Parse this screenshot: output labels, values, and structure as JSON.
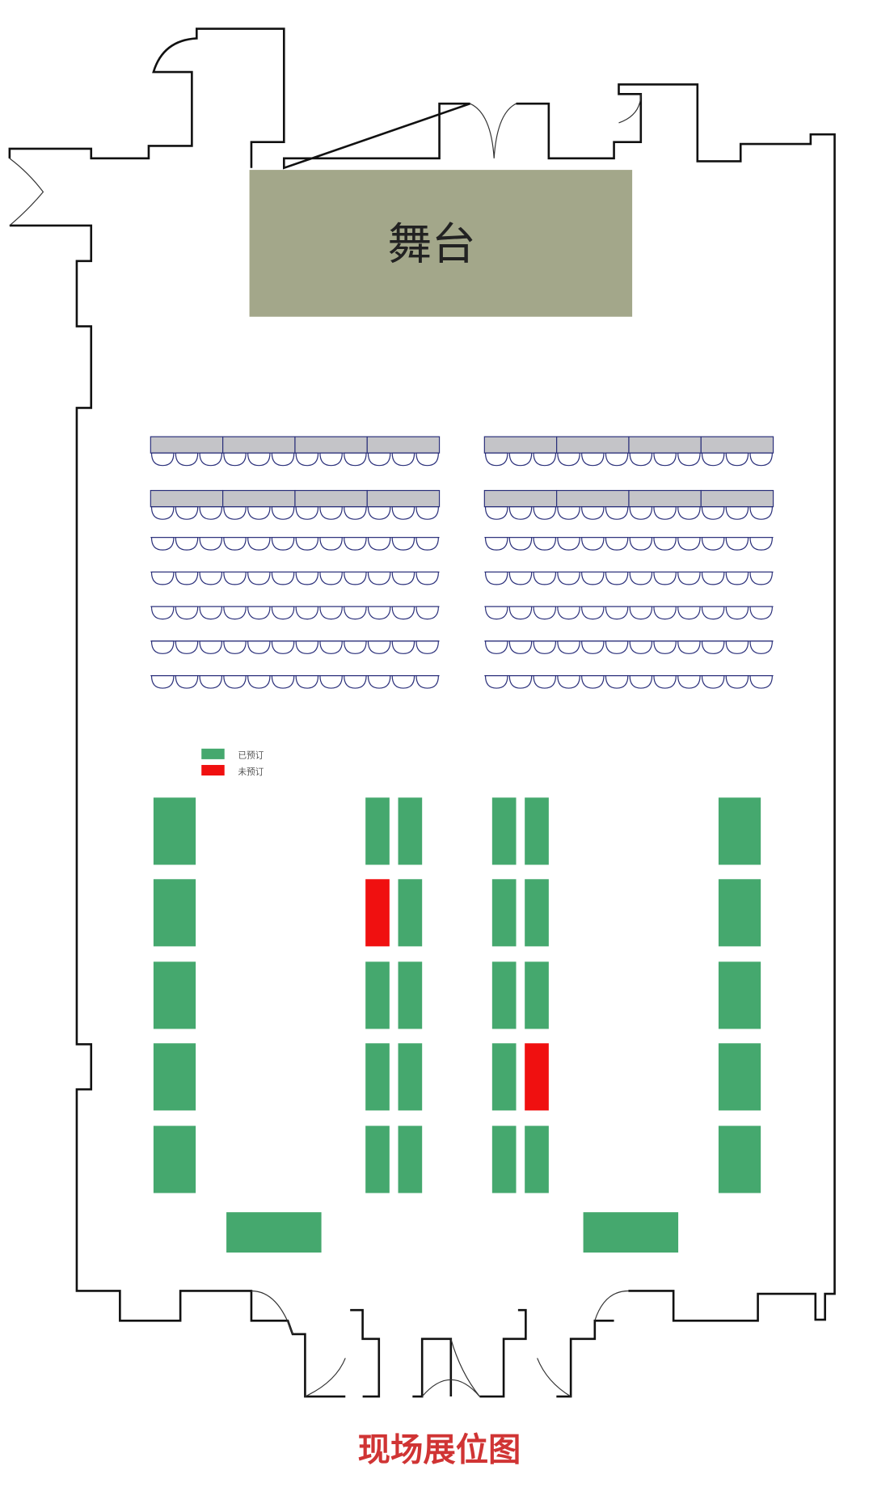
{
  "stage": {
    "label": "舞台",
    "color": "#a3a78a"
  },
  "legend": [
    {
      "label": "已预订",
      "color": "#45a86e"
    },
    {
      "label": "未预订",
      "color": "#f01010"
    }
  ],
  "title": {
    "text": "现场展位图",
    "color": "#d03434"
  },
  "seating": {
    "table_rows_per_block": 2,
    "tables_per_row": 4,
    "chairs_per_table": 3,
    "chair_rows_per_block": 5,
    "chairs_per_row": 12,
    "blocks": [
      "left",
      "right"
    ]
  },
  "booths": {
    "columns": [
      {
        "name": "left-wall",
        "status": [
          "booked",
          "booked",
          "booked",
          "booked",
          "booked"
        ]
      },
      {
        "name": "aisle1-left",
        "status": [
          "booked",
          "available",
          "booked",
          "booked",
          "booked"
        ]
      },
      {
        "name": "aisle1-right",
        "status": [
          "booked",
          "booked",
          "booked",
          "booked",
          "booked"
        ]
      },
      {
        "name": "aisle2-left",
        "status": [
          "booked",
          "booked",
          "booked",
          "booked",
          "booked"
        ]
      },
      {
        "name": "aisle2-right",
        "status": [
          "booked",
          "booked",
          "booked",
          "available",
          "booked"
        ]
      },
      {
        "name": "right-wall",
        "status": [
          "booked",
          "booked",
          "booked",
          "booked",
          "booked"
        ]
      }
    ],
    "bottom": [
      {
        "name": "bottom-left",
        "status": "booked"
      },
      {
        "name": "bottom-right",
        "status": "booked"
      }
    ]
  }
}
